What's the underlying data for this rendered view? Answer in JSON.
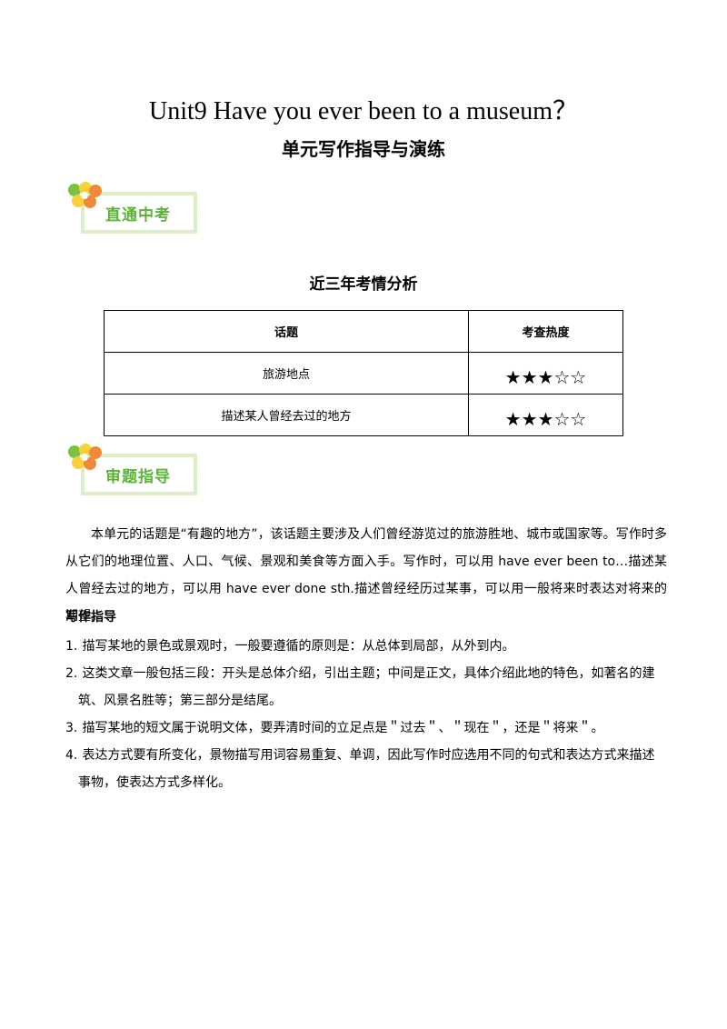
{
  "doc": {
    "title": "Unit9 Have you ever been to a museum？",
    "subtitle": "单元写作指导与演练"
  },
  "badges": {
    "first": "直通中考",
    "second": "审题指导"
  },
  "analysis": {
    "heading": "近三年考情分析",
    "col_topic": "话题",
    "col_heat": "考查热度",
    "rows": [
      {
        "topic": "旅游地点",
        "stars": "★★★☆☆",
        "rating": 3
      },
      {
        "topic": "描述某人曾经去过的地方",
        "stars": "★★★☆☆",
        "rating": 3
      }
    ]
  },
  "body": {
    "paragraph": "本单元的话题是“有趣的地方”，该话题主要涉及人们曾经游览过的旅游胜地、城市或国家等。写作时多从它们的地理位置、人口、气候、景观和美食等方面入手。写作时，可以用 have ever been to…描述某人曾经去过的地方，可以用 have ever done sth.描述曾经经历过某事，可以用一般将来时表达对将来的期望。",
    "guide_heading": "写作指导",
    "guide_items": [
      {
        "num": "1.",
        "text": "描写某地的景色或景观时，一般要遵循的原则是：从总体到局部，从外到内。"
      },
      {
        "num": "2.",
        "text": "这类文章一般包括三段：开头是总体介绍，引出主题；中间是正文，具体介绍此地的特色，如著名的建筑、风景名胜等；第三部分是结尾。"
      },
      {
        "num": "3.",
        "text": "描写某地的短文属于说明文体，要弄清时间的立足点是＂过去＂、＂现在＂，还是＂将来＂。"
      },
      {
        "num": "4.",
        "text": "表达方式要有所变化，景物描写用词容易重复、单调，因此写作时应选用不同的句式和表达方式来描述事物，使表达方式多样化。"
      }
    ]
  },
  "colors": {
    "badge_text": "#5db23a",
    "badge_border": "#dbeec8",
    "flower_green": "#7cc142",
    "flower_orange": "#f08a3a",
    "flower_yellow": "#f7d23a"
  }
}
